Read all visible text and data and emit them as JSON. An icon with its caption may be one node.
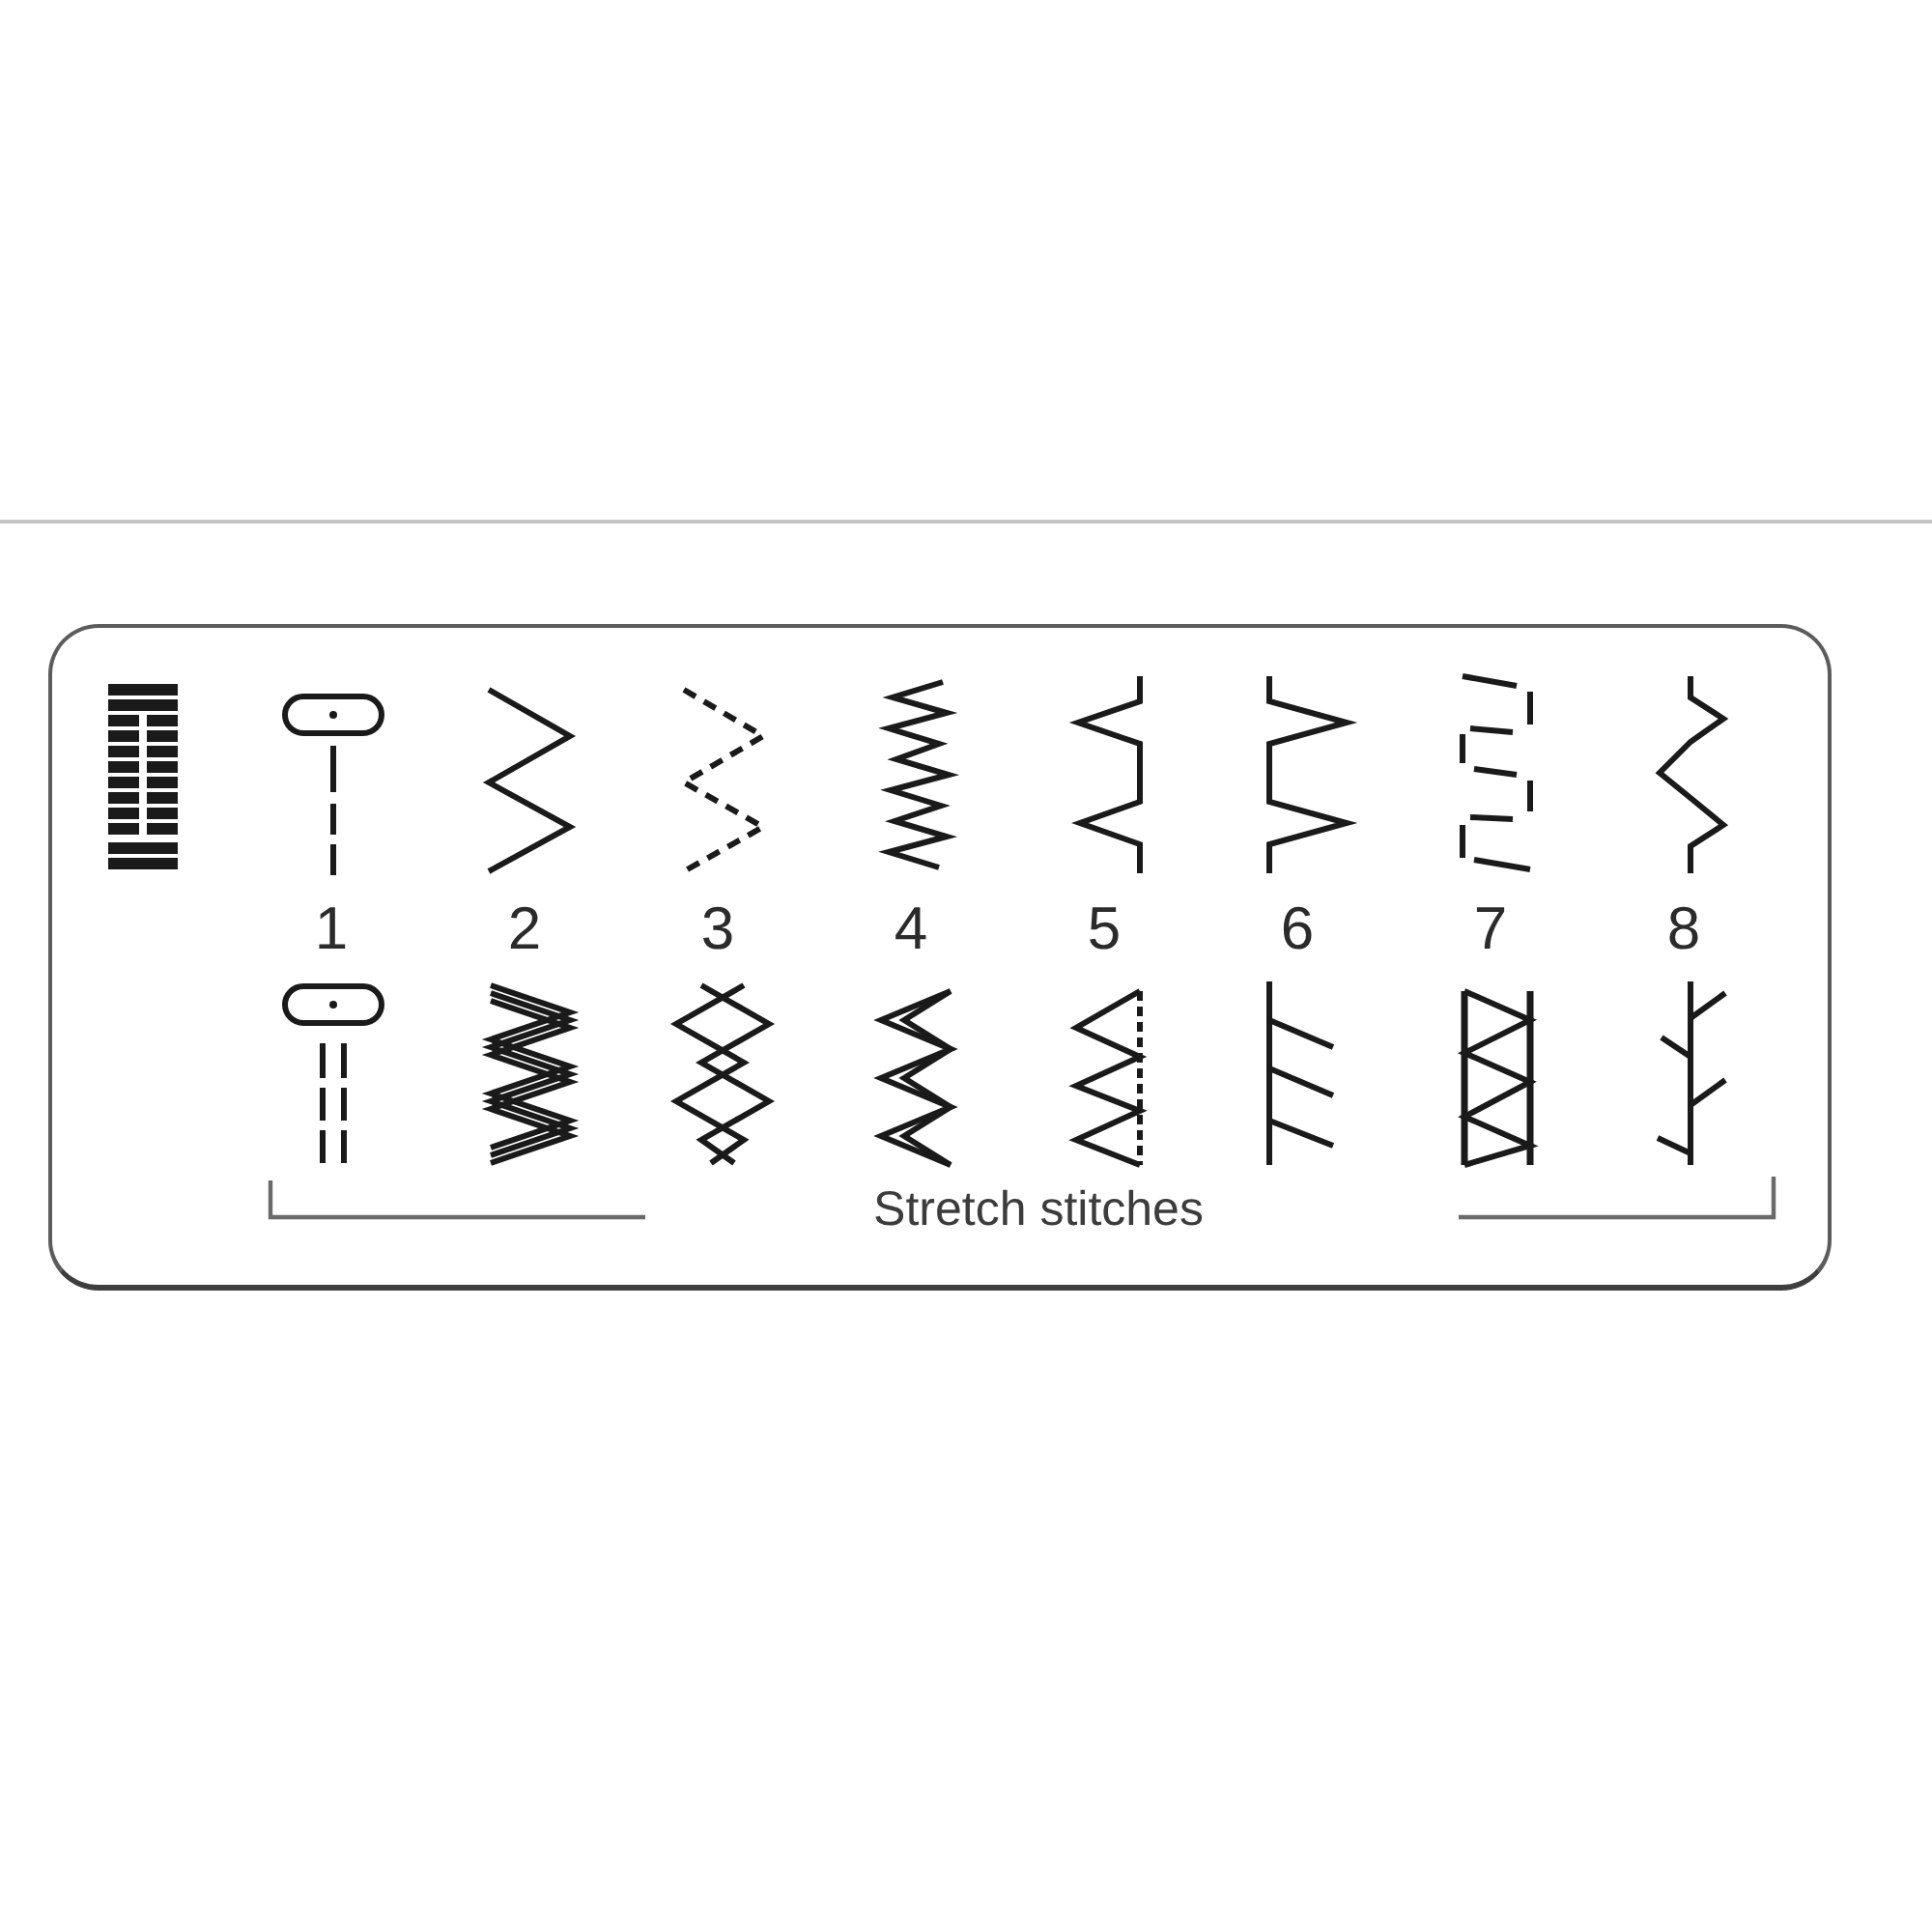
{
  "diagram": {
    "nodes": [
      {
        "text": [
          "1",
          "2",
          "3",
          "4",
          "5",
          "6",
          "7",
          "8",
          "Stretch stitches"
        ]
      }
    ]
  }
}
